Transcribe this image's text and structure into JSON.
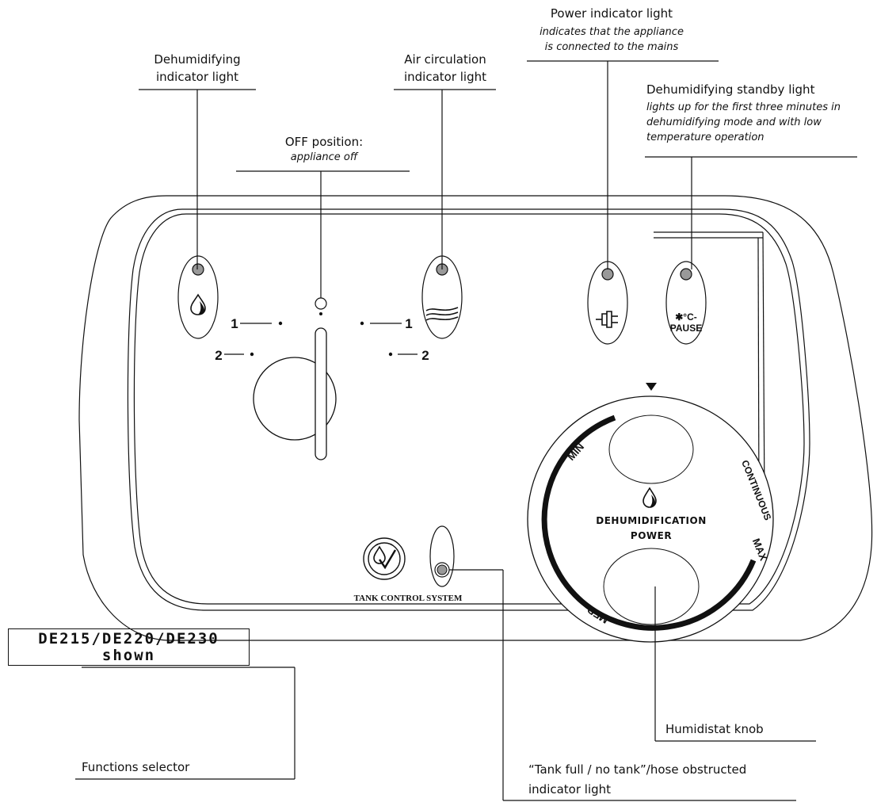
{
  "labels": {
    "dehumidifying_light": [
      "Dehumidifying",
      "indicator light"
    ],
    "air_circulation_light": [
      "Air circulation",
      "indicator light"
    ],
    "off_position": {
      "title": "OFF position:",
      "note": "appliance off"
    },
    "power_light": {
      "title": "Power indicator light",
      "note": [
        "indicates that the appliance",
        "is connected to the mains"
      ]
    },
    "standby_light": {
      "title": "Dehumidifying standby light",
      "note": [
        "lights up for the first three minutes in",
        "dehumidifying mode and with low",
        "temperature operation"
      ]
    },
    "humidistat_knob": "Humidistat knob",
    "tank_full_light": [
      "“Tank full / no tank”/hose obstructed",
      "indicator light"
    ],
    "functions_selector": "Functions selector"
  },
  "model_box": {
    "line1": "DE215/DE220/DE230",
    "line2": "shown"
  },
  "panel": {
    "selector_positions": {
      "left_1": "1",
      "left_2": "2",
      "right_1": "1",
      "right_2": "2"
    },
    "pause_label": "PAUSE",
    "standby_symbol": "✱°C-",
    "tank_control_logo_text": "TANK CONTROL SYSTEM",
    "humidistat": {
      "line1": "DEHUMIDIFICATION",
      "line2": "POWER",
      "scale": [
        "MIN",
        "MED",
        "MAX",
        "CONTINUOUS"
      ]
    }
  },
  "icons": [
    "water-drop-icon",
    "air-waves-icon",
    "plug-icon",
    "snowflake-temperature-icon",
    "tank-control-icon",
    "pointer-triangle-icon"
  ]
}
